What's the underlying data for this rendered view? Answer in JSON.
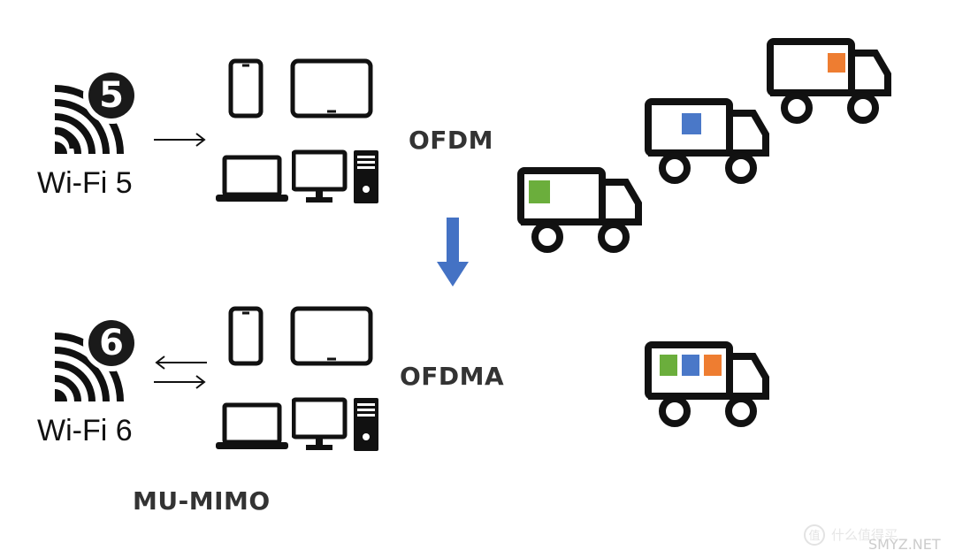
{
  "top": {
    "badge_number": "5",
    "label": "Wi-Fi 5",
    "mode": "OFDM"
  },
  "bottom": {
    "badge_number": "6",
    "label": "Wi-Fi 6",
    "mode": "OFDMA",
    "extra": "MU-MIMO"
  },
  "colors": {
    "green": "#6bae3c",
    "blue": "#4a78c8",
    "orange": "#ee7d31",
    "arrow": "#4472c4"
  },
  "icons": [
    "wifi-icon",
    "smartphone-icon",
    "tablet-icon",
    "laptop-icon",
    "desktop-icon",
    "truck-icon",
    "arrow-down-icon"
  ],
  "watermark": {
    "site": "SMYZ.NET",
    "brand": "什么值得买"
  }
}
